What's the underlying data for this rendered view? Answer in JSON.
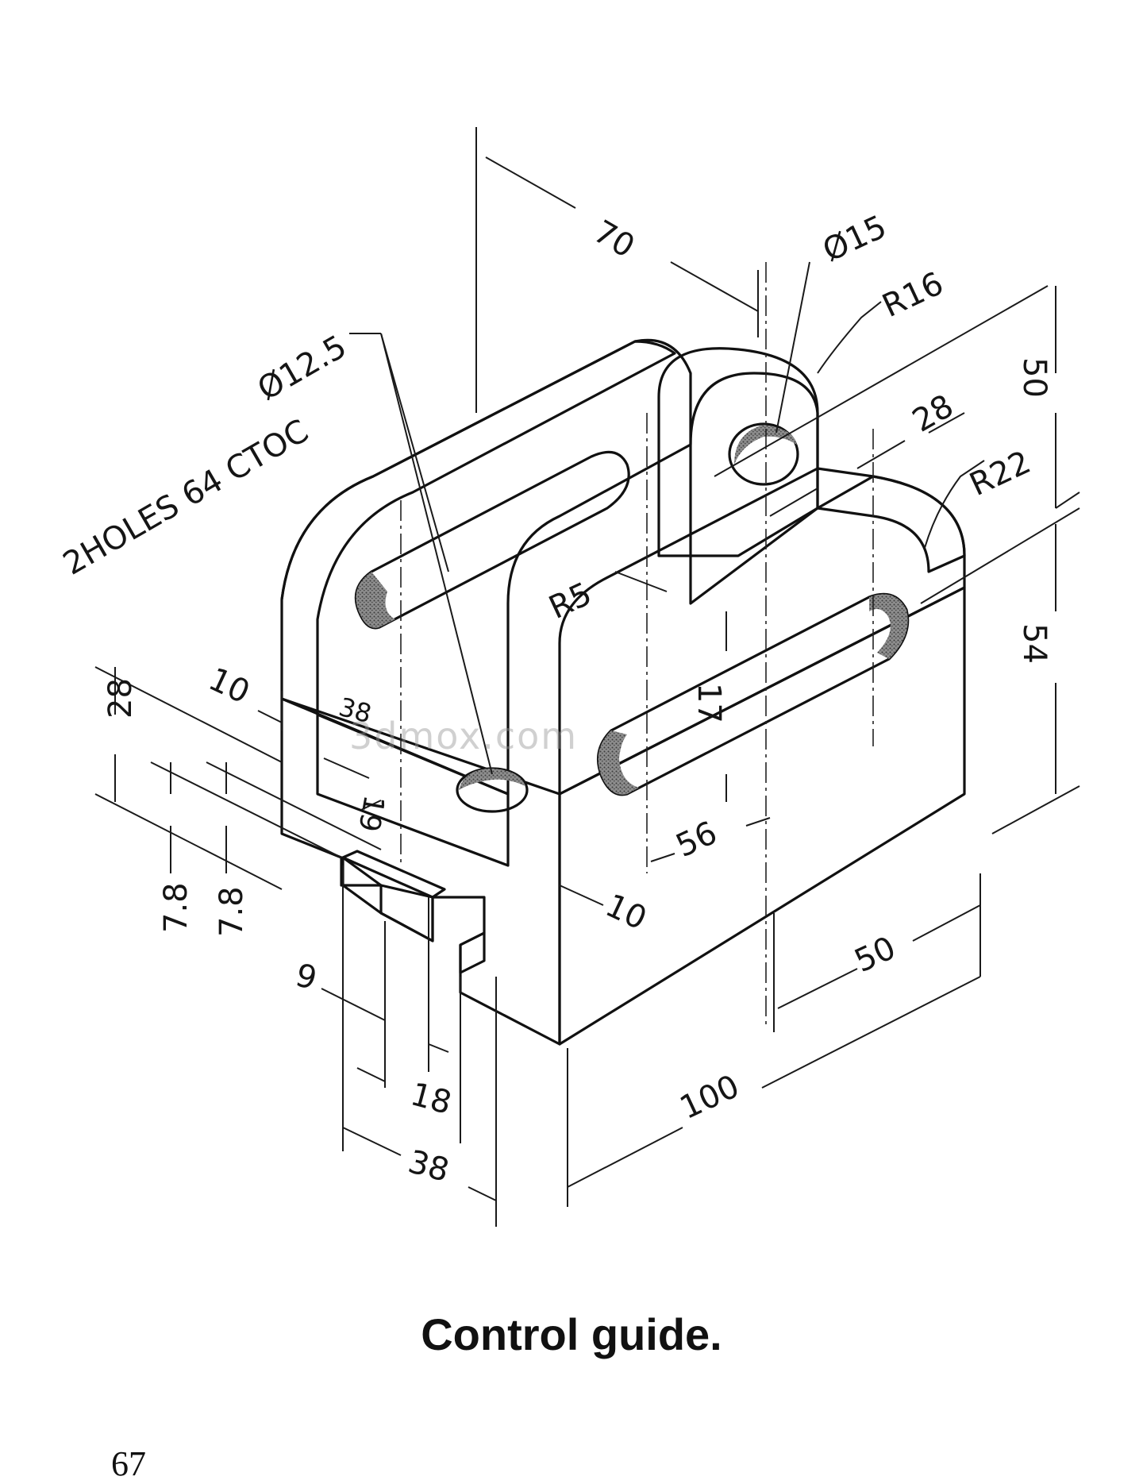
{
  "caption": "Control guide.",
  "page_number": "67",
  "watermark": "3dmox.com",
  "notes": {
    "holes_diameter": "Ø12.5",
    "holes_spacing": "2HOLES  64 CTOC"
  },
  "dimensions": {
    "d70": "70",
    "d15": "Ø15",
    "r16": "R16",
    "d50_top": "50",
    "d28_right": "28",
    "r22": "R22",
    "d54": "54",
    "r5": "R5",
    "d17": "17",
    "d56": "56",
    "d10_front": "10",
    "d50_bottom": "50",
    "d100": "100",
    "d10_left": "10",
    "d38_small": "38",
    "d19": "19",
    "d28_left": "28",
    "d78_a": "7.8",
    "d78_b": "7.8",
    "d9": "9",
    "d18": "18",
    "d38": "38"
  },
  "colors": {
    "ink": "#111111",
    "shade_dark": "#5e5e5e",
    "shade_mid": "#a9a9a9",
    "shade_light": "#d4d4d4"
  }
}
